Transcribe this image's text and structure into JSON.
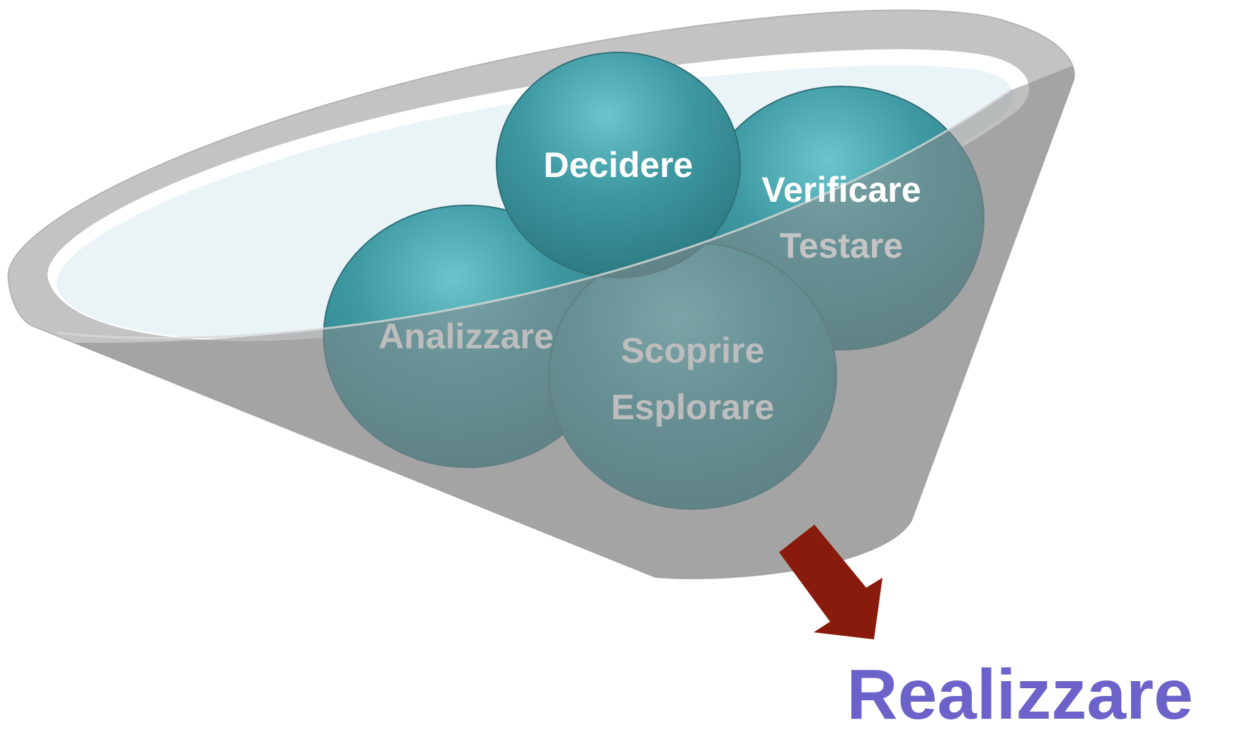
{
  "colors": {
    "funnel_body": "#c2c2c2",
    "funnel_rim": "#bdbdbd",
    "funnel_inner": "#eef6f8",
    "sphere": "#3f9aa3",
    "sphere_dark": "#2d6f76",
    "label_on_sphere": "#ffffff",
    "label_under_funnel": "#bdbdbd",
    "arrow": "#a31300",
    "result_text": "#6b63c9"
  },
  "spheres": {
    "decidere": {
      "label": "Decidere"
    },
    "verificare": {
      "line1": "Verificare",
      "line2": "Testare"
    },
    "analizzare": {
      "label": "Analizzare"
    },
    "scoprire": {
      "line1": "Scoprire",
      "line2": "Esplorare"
    }
  },
  "result": {
    "label": "Realizzare"
  },
  "icons": {
    "arrow": "arrow-down-right-icon",
    "funnel": "funnel-icon"
  }
}
